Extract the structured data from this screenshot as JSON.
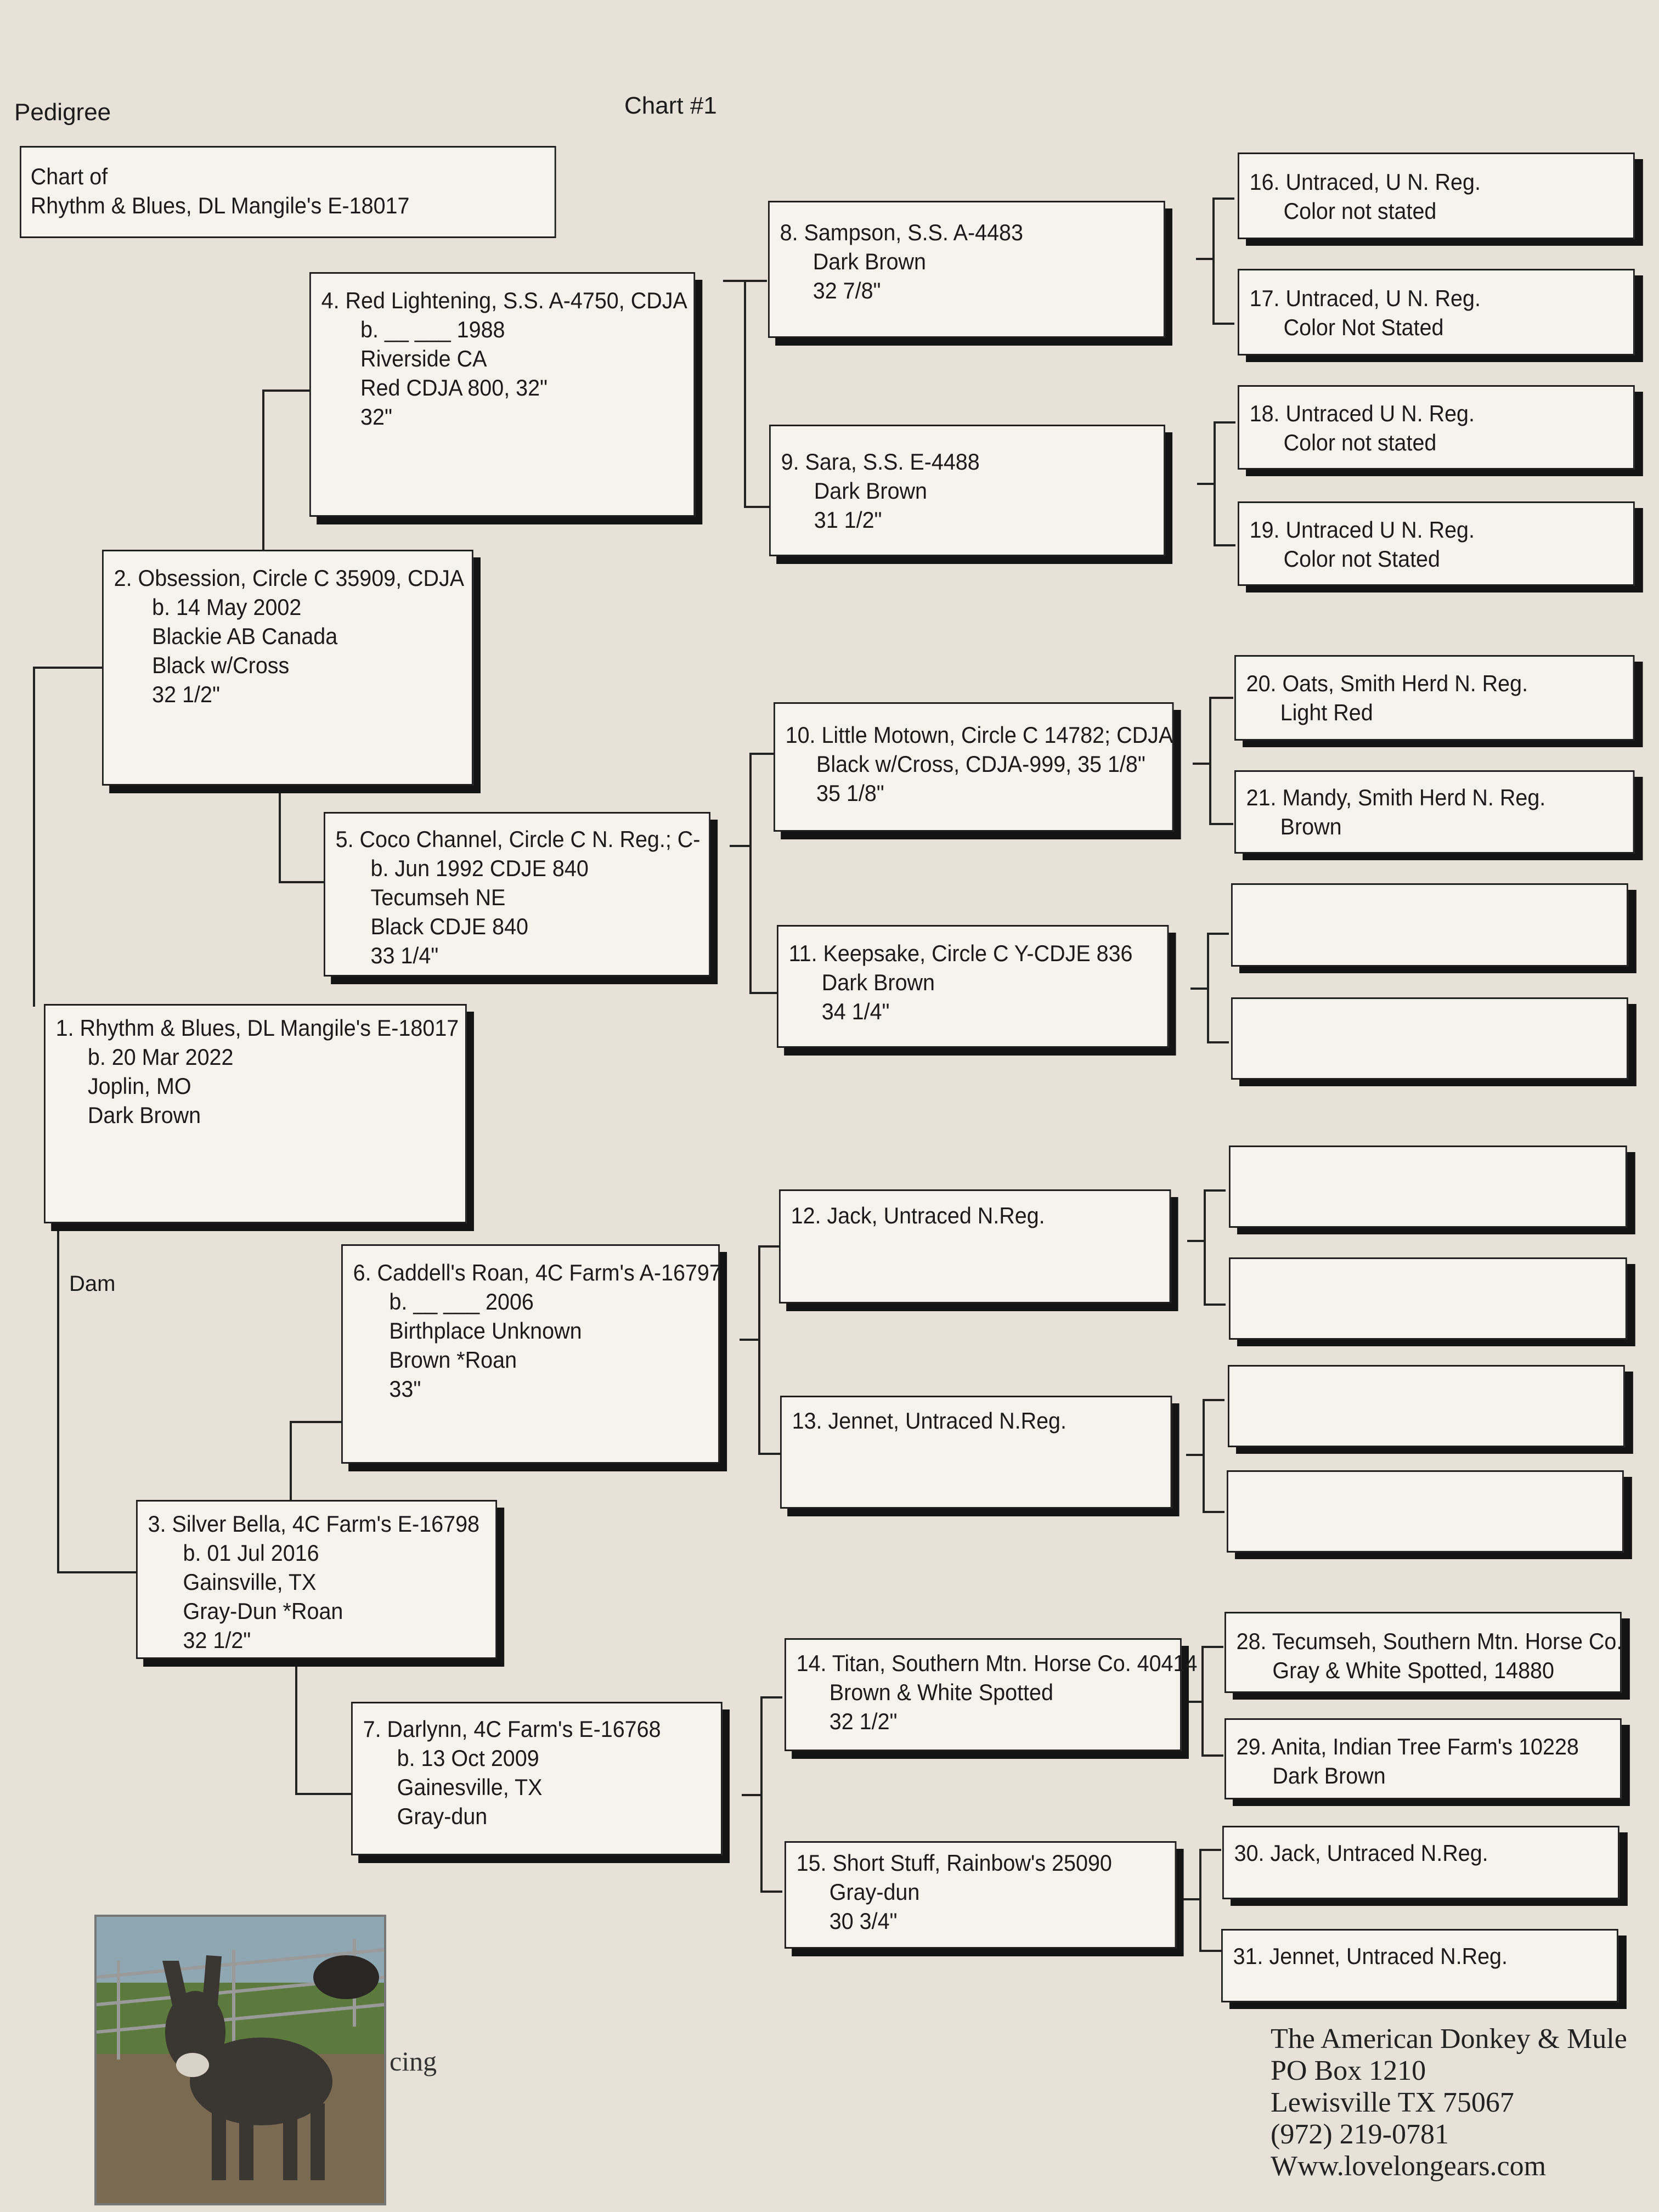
{
  "header": {
    "left": "Pedigree",
    "center": "Chart #1"
  },
  "chart_of": {
    "line1": "Chart of",
    "line2": "Rhythm & Blues, DL Mangile's E-18017"
  },
  "dam_label": "Dam",
  "animals": {
    "a1": {
      "name": "1. Rhythm & Blues, DL Mangile's E-18017",
      "lines": [
        "b. 20 Mar 2022",
        "Joplin, MO",
        "Dark Brown"
      ]
    },
    "a2": {
      "name": "2. Obsession, Circle C 35909, CDJA",
      "lines": [
        "b. 14 May 2002",
        "Blackie AB Canada",
        "Black w/Cross",
        "32 1/2\""
      ]
    },
    "a3": {
      "name": "3. Silver Bella, 4C Farm's E-16798",
      "lines": [
        "b. 01 Jul 2016",
        "Gainsville, TX",
        "Gray-Dun *Roan",
        "32 1/2\""
      ]
    },
    "a4": {
      "name": "4. Red Lightening, S.S. A-4750, CDJA",
      "lines": [
        "b. __ ___ 1988",
        "Riverside CA",
        "Red  CDJA 800, 32\"",
        "32\""
      ]
    },
    "a5": {
      "name": "5. Coco Channel, Circle C N. Reg.; C-",
      "lines": [
        "b.    Jun 1992  CDJE 840",
        "Tecumseh NE",
        "Black  CDJE 840",
        "33 1/4\""
      ]
    },
    "a6": {
      "name": "6. Caddell's Roan, 4C Farm's A-16797",
      "lines": [
        "b. __ ___ 2006",
        "Birthplace Unknown",
        "Brown *Roan",
        "33\""
      ]
    },
    "a7": {
      "name": "7. Darlynn, 4C Farm's E-16768",
      "lines": [
        "b. 13 Oct 2009",
        "Gainesville, TX",
        "Gray-dun"
      ]
    },
    "a8": {
      "name": "8. Sampson, S.S. A-4483",
      "lines": [
        "Dark Brown",
        "32 7/8\""
      ]
    },
    "a9": {
      "name": "9. Sara, S.S. E-4488",
      "lines": [
        "Dark Brown",
        "31 1/2\""
      ]
    },
    "a10": {
      "name": "10. Little Motown, Circle C 14782; CDJA",
      "lines": [
        "Black w/Cross, CDJA-999, 35 1/8\"",
        "35 1/8\""
      ]
    },
    "a11": {
      "name": "11. Keepsake, Circle C Y-CDJE 836",
      "lines": [
        "Dark Brown",
        "34 1/4\""
      ]
    },
    "a12": {
      "name": "12. Jack, Untraced N.Reg.",
      "lines": []
    },
    "a13": {
      "name": "13. Jennet, Untraced N.Reg.",
      "lines": []
    },
    "a14": {
      "name": "14. Titan, Southern Mtn. Horse Co. 40414",
      "lines": [
        "Brown & White Spotted",
        "32 1/2\""
      ]
    },
    "a15": {
      "name": "15. Short Stuff, Rainbow's 25090",
      "lines": [
        "Gray-dun",
        "30 3/4\""
      ]
    },
    "a16": {
      "name": "16. Untraced, U N. Reg.",
      "lines": [
        "Color not stated"
      ]
    },
    "a17": {
      "name": "17. Untraced, U N. Reg.",
      "lines": [
        "Color Not Stated"
      ]
    },
    "a18": {
      "name": "18. Untraced U N. Reg.",
      "lines": [
        "Color not stated"
      ]
    },
    "a19": {
      "name": "19. Untraced U N. Reg.",
      "lines": [
        "Color not Stated"
      ]
    },
    "a20": {
      "name": "20. Oats, Smith Herd N. Reg.",
      "lines": [
        "Light Red"
      ]
    },
    "a21": {
      "name": "21. Mandy, Smith Herd N. Reg.",
      "lines": [
        "Brown"
      ]
    },
    "a28": {
      "name": "28. Tecumseh, Southern Mtn. Horse Co.",
      "lines": [
        "Gray & White Spotted,  14880"
      ]
    },
    "a29": {
      "name": "29. Anita, Indian Tree Farm's 10228",
      "lines": [
        "Dark Brown"
      ]
    },
    "a30": {
      "name": "30. Jack, Untraced N.Reg.",
      "lines": []
    },
    "a31": {
      "name": "31. Jennet, Untraced N.Reg.",
      "lines": []
    }
  },
  "partial_text": "cing",
  "footer": {
    "org": "The American Donkey & Mule",
    "pobox": "PO Box 1210",
    "city": "Lewisville TX 75067",
    "phone": "(972) 219-0781",
    "web": "Www.lovelongears.com"
  }
}
